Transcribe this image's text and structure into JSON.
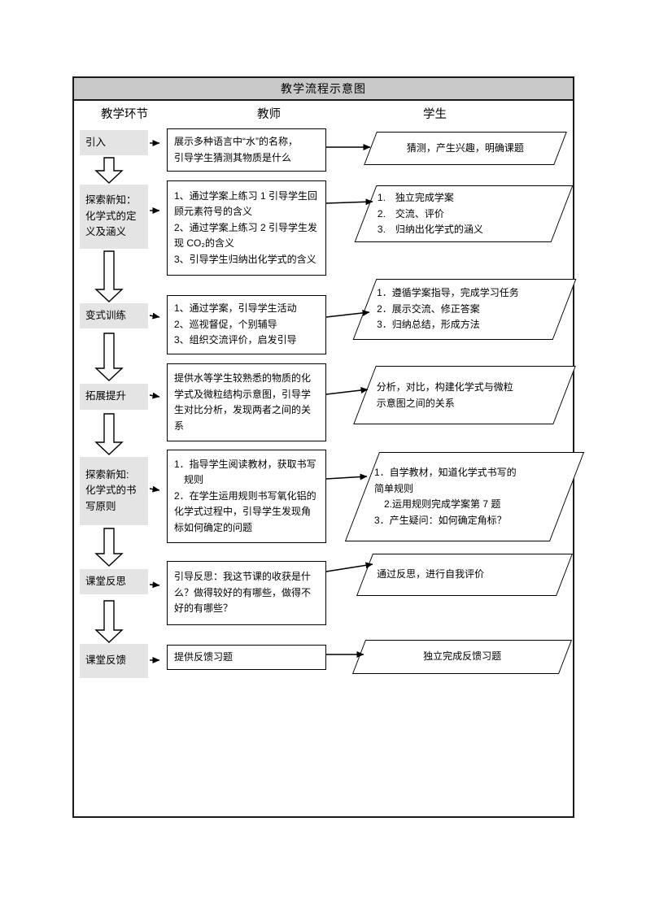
{
  "title": "教学流程示意图",
  "headers": {
    "stage": "教学环节",
    "teacher": "教师",
    "student": "学生"
  },
  "rows": [
    {
      "stage": "引入",
      "teacher": "展示多种语言中“水”的名称，\n引导学生猜测其物质是什么",
      "student": "猜测，产生兴趣，明确课题"
    },
    {
      "stage": "探索新知：\n化学式的定\n义及涵义",
      "teacher": "1、通过学案上练习 1 引导学生回\n顾元素符号的含义\n2、通过学案上练习 2 引导学生发\n现 CO₂的含义\n3、引导学生归纳出化学式的含义",
      "student": "1.　独立完成学案\n2.　交流、评价\n3.　归纳出化学式的涵义"
    },
    {
      "stage": "变式训练",
      "teacher": "1、通过学案，引导学生活动\n2、巡视督促，个别辅导\n3、组织交流评价，启发引导",
      "student": "1．遵循学案指导，完成学习任务\n2．展示交流、修正答案\n3．归纳总结，形成方法"
    },
    {
      "stage": "拓展提升",
      "teacher": "提供水等学生较熟悉的物质的化\n学式及微粒结构示意图，引导学\n生对比分析，发现两者之间的关\n系",
      "student": "分析，对比，构建化学式与微粒\n示意图之间的关系"
    },
    {
      "stage": "探索新知:\n化学式的书\n写原则",
      "teacher": "1．指导学生阅读教材，获取书写\n　规则\n2．在学生运用规则书写氧化铝的\n化学式过程中，引导学生发现角\n标如何确定的问题",
      "student": "1．自学教材，知道化学式书写的\n简单规则\n　2.运用规则完成学案第 7 题\n3．产生疑问：如何确定角标？"
    },
    {
      "stage": "课堂反思",
      "teacher": "引导反思：我这节课的收获是什\n么？做得较好的有哪些，做得不\n好的有哪些？",
      "student": "通过反思，进行自我评价"
    },
    {
      "stage": "课堂反馈",
      "teacher": "提供反馈习题",
      "student": "独立完成反馈习题"
    }
  ]
}
